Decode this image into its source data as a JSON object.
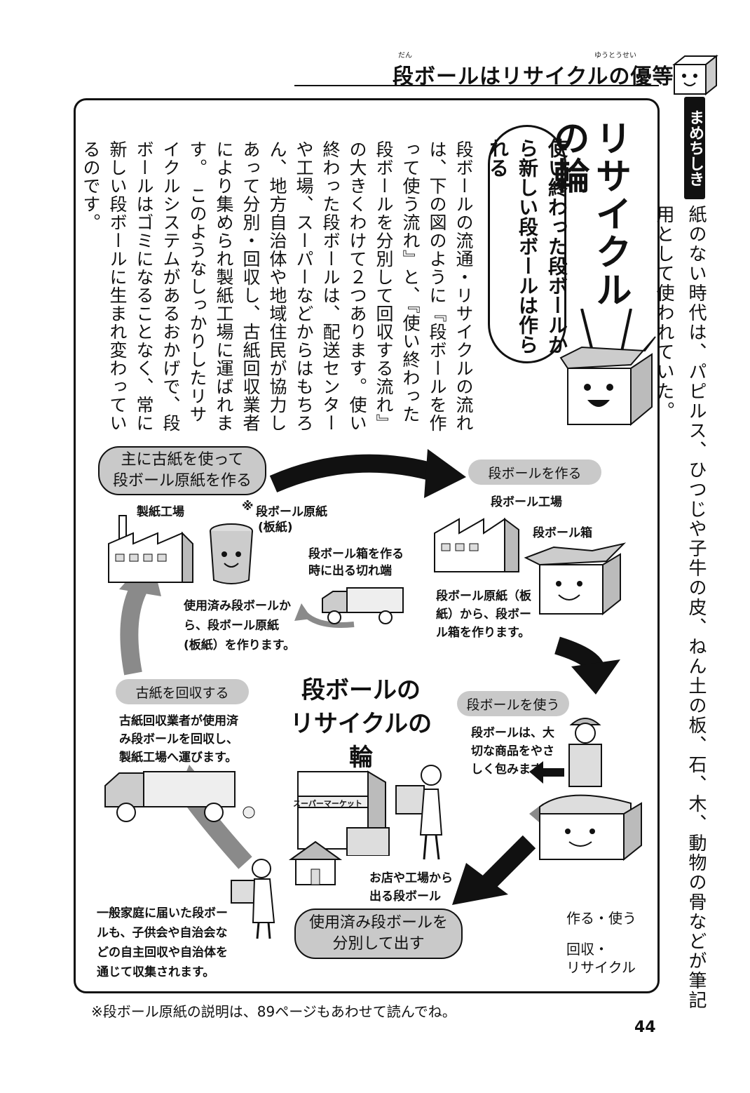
{
  "header": {
    "title": "段ボールはリサイクルの優等生",
    "ruby_dan": "だん",
    "ruby_yuutousei": "ゆうとうせい"
  },
  "sidebar": {
    "label": "まめちしき",
    "text": "紙のない時代は、パピルス、ひつじや子牛の皮、ねん土の板、石、木、動物の骨などが筆記用として使われていた。"
  },
  "main": {
    "title": "リサイクルの輪",
    "subtitle": "使い終わった段ボールから新しい段ボールは作られる",
    "body": "段ボールの流通・リサイクルの流れは、下の図のように『段ボールを作って使う流れ』と、『使い終わった段ボールを分別して回収する流れ』の大きくわけて２つあります。使い終わった段ボールは、配送センターや工場、スーパーなどからはもちろん、地方自治体や地域住民が協力しあって分別・回収し、古紙回収業者により集められ製紙工場に運ばれます。　このようなしっかりしたリサイクルシステムがあるおかげで、段ボールはゴミになることなく、常に新しい段ボールに生まれ変わっているのです。"
  },
  "diagram": {
    "center_title_line1": "段ボールの",
    "center_title_line2": "リサイクルの輪",
    "step1_label_line1": "主に古紙を使って",
    "step1_label_line2": "段ボール原紙を作る",
    "paper_factory": "製紙工場",
    "base_paper_note": "※",
    "base_paper": "段ボール原紙",
    "base_paper_sub": "(板紙)",
    "scraps_line1": "段ボール箱を作る",
    "scraps_line2": "時に出る切れ端",
    "step1_desc_line1": "使用済み段ボールか",
    "step1_desc_line2": "ら、段ボール原紙",
    "step1_desc_line3": "(板紙）を作ります。",
    "step2_label": "段ボールを作る",
    "box_factory": "段ボール工場",
    "box": "段ボール箱",
    "step2_desc_line1": "段ボール原紙（板",
    "step2_desc_line2": "紙）から、段ボー",
    "step2_desc_line3": "ル箱を作ります。",
    "step3_label": "段ボールを使う",
    "step3_desc_line1": "段ボールは、大",
    "step3_desc_line2": "切な商品をやさ",
    "step3_desc_line3": "しく包みます。",
    "supermarket_sign": "スーパーマーケット",
    "shops_line1": "お店や工場から",
    "shops_line2": "出る段ボール",
    "step4_label_line1": "使用済み段ボールを",
    "step4_label_line2": "分別して出す",
    "households_line1": "一般家庭に届いた段ボー",
    "households_line2": "ルも、子供会や自治会な",
    "households_line3": "どの自主回収や自治体を",
    "households_line4": "通じて収集されます。",
    "step5_label": "古紙を回収する",
    "step5_desc_line1": "古紙回収業者が使用済",
    "step5_desc_line2": "み段ボールを回収し、",
    "step5_desc_line3": "製紙工場へ運びます。"
  },
  "legend": {
    "make_use": "作る・使う",
    "collect_line1": "回収・",
    "collect_line2": "リサイクル"
  },
  "footnote": "※段ボール原紙の説明は、89ページもあわせて読んでね。",
  "page_number": "44",
  "colors": {
    "black_arrow": "#111111",
    "gray_arrow": "#8a8a8a",
    "pill": "#c9c9c9"
  }
}
